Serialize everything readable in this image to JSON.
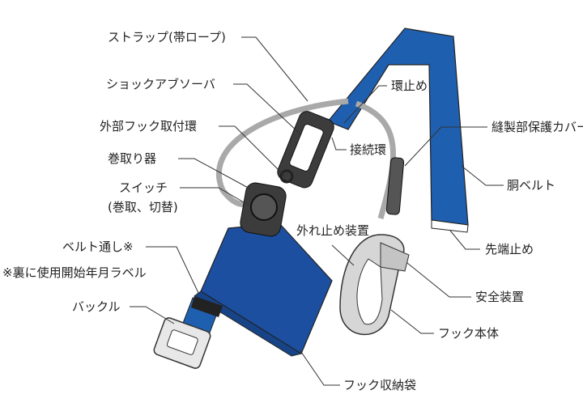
{
  "labels": {
    "strap": "ストラップ(帯ロープ)",
    "shock_absorber": "ショックアブソーバ",
    "ring_stopper": "環止め",
    "external_hook_ring": "外部フック取付環",
    "connecting_ring": "接続環",
    "sewn_cover": "縫製部保護カバー",
    "reel": "巻取り器",
    "switch": "スイッチ",
    "switch_sub": "(巻取、切替)",
    "waist_belt": "胴ベルト",
    "latch_device": "外れ止め装置",
    "tip_stopper": "先端止め",
    "belt_loop": "ベルト通し※",
    "label_note": "※裏に使用開始年月ラベル",
    "safety_device": "安全装置",
    "buckle": "バックル",
    "hook_body": "フック本体",
    "hook_pouch": "フック収納袋"
  },
  "colors": {
    "strap_blue": "#1f5fb0",
    "pouch_blue": "#1c4fa0",
    "rope_gray": "#a9a9a9",
    "device_dark": "#3c3c3c"
  }
}
